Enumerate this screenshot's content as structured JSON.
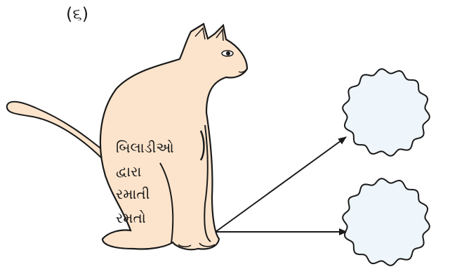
{
  "question_number": "(૬)",
  "cat_text": {
    "line1": "બિલાડીઓ",
    "line2": "દ્વારા",
    "line3": "રમાતી",
    "line4": "રમતો"
  },
  "answer_bubbles": [
    "",
    ""
  ],
  "colors": {
    "cat_fill": "#fce4cc",
    "bubble_fill": "#eef6fb",
    "stroke": "#1a1a1a"
  }
}
